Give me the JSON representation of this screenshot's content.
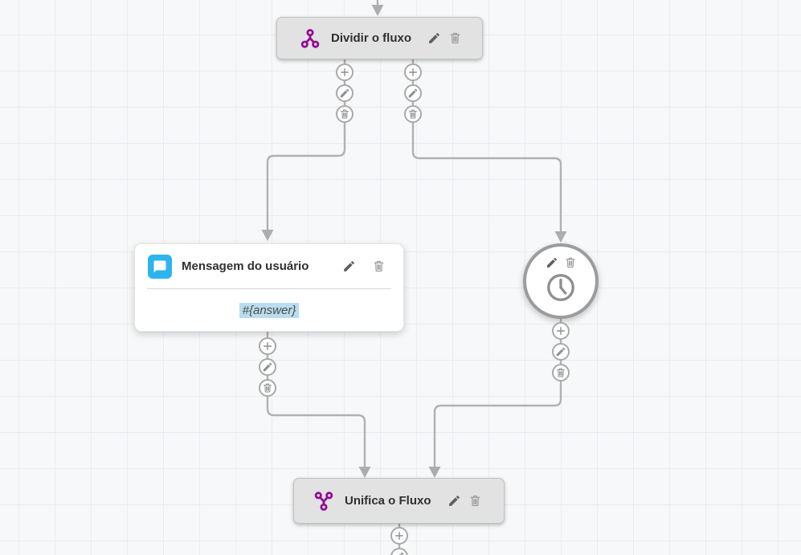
{
  "canvas": {
    "background_color": "#f7f8f9",
    "grid_line_color": "#e9ecf2"
  },
  "palette": {
    "node_fill": "#e2e2e2",
    "node_border": "#c2c2c2",
    "accent_purple": "#930d93",
    "accent_blue": "#2db4ef",
    "connector_gray": "#b1b1b1",
    "variable_highlight": "#b9ddee"
  },
  "nodes": {
    "split": {
      "title": "Dividir o fluxo",
      "icon": "split-flow-icon"
    },
    "message": {
      "title": "Mensagem do usuário",
      "icon": "chat-bubble-icon",
      "body": "#{answer}"
    },
    "timer": {
      "icon": "clock-icon"
    },
    "merge": {
      "title": "Unifica o Fluxo",
      "icon": "merge-flow-icon"
    }
  },
  "node_action_icons": [
    "edit-icon",
    "delete-icon"
  ],
  "connector_button_icons": [
    "add-icon",
    "edit-icon",
    "delete-icon"
  ]
}
